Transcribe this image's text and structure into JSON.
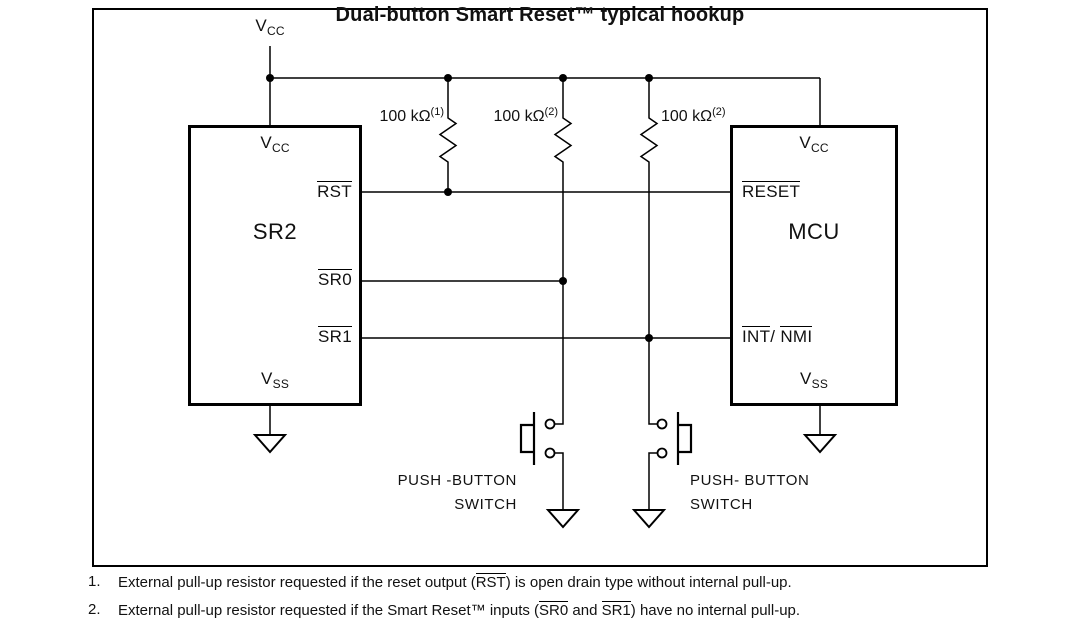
{
  "title": "Dual-button Smart Reset™ typical hookup",
  "power": {
    "vcc": "V",
    "vcc_sub": "CC"
  },
  "sr2": {
    "name": "SR2",
    "pin_vcc": "V",
    "pin_vcc_sub": "CC",
    "pin_rst": "RST",
    "pin_sr0": "SR0",
    "pin_sr1": "SR1",
    "pin_vss": "V",
    "pin_vss_sub": "SS"
  },
  "mcu": {
    "name": "MCU",
    "pin_vcc": "V",
    "pin_vcc_sub": "CC",
    "pin_reset": "RESET",
    "pin_int": "INT",
    "pin_int_slash": "/ ",
    "pin_nmi": "NMI",
    "pin_vss": "V",
    "pin_vss_sub": "SS"
  },
  "resistors": [
    {
      "value": "100 kΩ",
      "note": "(1)"
    },
    {
      "value": "100 kΩ",
      "note": "(2)"
    },
    {
      "value": "100 kΩ",
      "note": "(2)"
    }
  ],
  "switch_left": {
    "line1": "PUSH -BUTTON",
    "line2": "SWITCH"
  },
  "switch_right": {
    "line1": "PUSH- BUTTON",
    "line2": "SWITCH"
  },
  "footnotes": [
    {
      "num": "1.",
      "pre": "External pull-up resistor requested if the reset output (",
      "ref1": "RST",
      "post": ") is open drain type without internal pull-up."
    },
    {
      "num": "2.",
      "pre": "External pull-up resistor requested if the Smart Reset™ inputs (",
      "ref1": "SR0",
      "mid": " and ",
      "ref2": "SR1",
      "post": ") have no internal pull-up."
    }
  ],
  "colors": {
    "line": "#000000",
    "text": "#111111",
    "background": "#ffffff"
  }
}
